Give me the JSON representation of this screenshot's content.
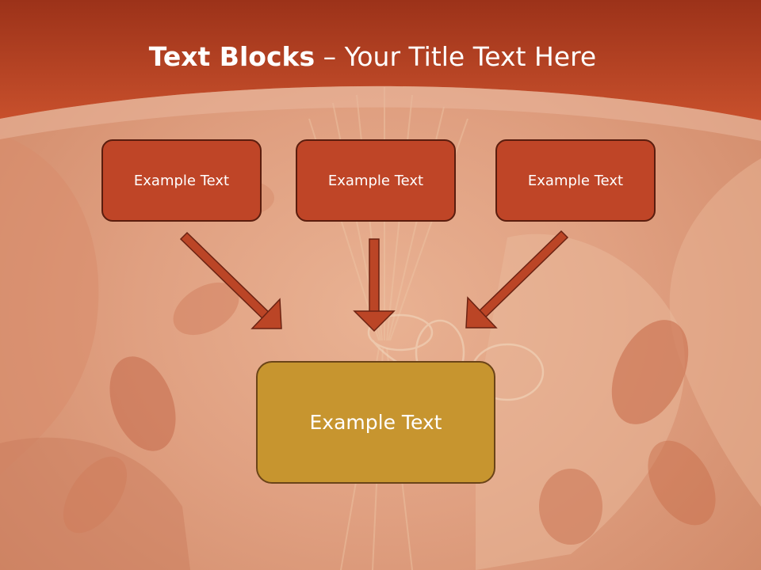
{
  "slide": {
    "title_bold": "Text Blocks",
    "title_dash": " – ",
    "title_rest": "Your Title Text Here"
  },
  "blocks": [
    {
      "label": "Example Text"
    },
    {
      "label": "Example Text"
    },
    {
      "label": "Example Text"
    }
  ],
  "target": {
    "label": "Example Text"
  },
  "colors": {
    "header": "#c0472a",
    "small_box": "#bf4527",
    "small_box_border": "#5a1d0e",
    "target_box": "#c7952f",
    "arrow": "#bb4526"
  }
}
